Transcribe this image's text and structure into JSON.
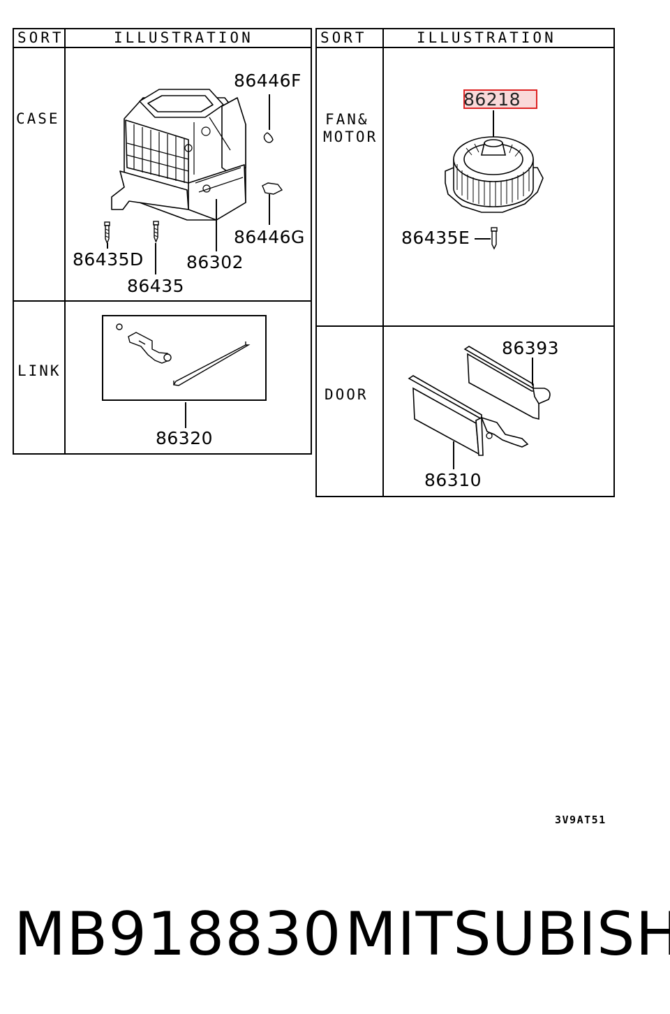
{
  "left_table": {
    "sort_header": "SORT",
    "illustration_header": "ILLUSTRATION",
    "rows": [
      {
        "sort": "CASE",
        "parts": [
          "86446F",
          "86446G",
          "86435D",
          "86435",
          "86302"
        ]
      },
      {
        "sort": "LINK",
        "parts": [
          "86320"
        ]
      }
    ]
  },
  "right_table": {
    "sort_header": "SORT",
    "illustration_header": "ILLUSTRATION",
    "rows": [
      {
        "sort_line1": "FAN&",
        "sort_line2": "MOTOR",
        "parts": [
          "86218",
          "86435E"
        ],
        "highlighted_part": "86218"
      },
      {
        "sort": "DOOR",
        "parts": [
          "86393",
          "86310"
        ]
      }
    ]
  },
  "diagram_code": "3V9AT51",
  "footer": {
    "part_number": "MB918830",
    "brand": "MITSUBISHI"
  },
  "colors": {
    "highlight_border": "#d22222",
    "highlight_fill": "#e65050",
    "line": "#000000"
  }
}
